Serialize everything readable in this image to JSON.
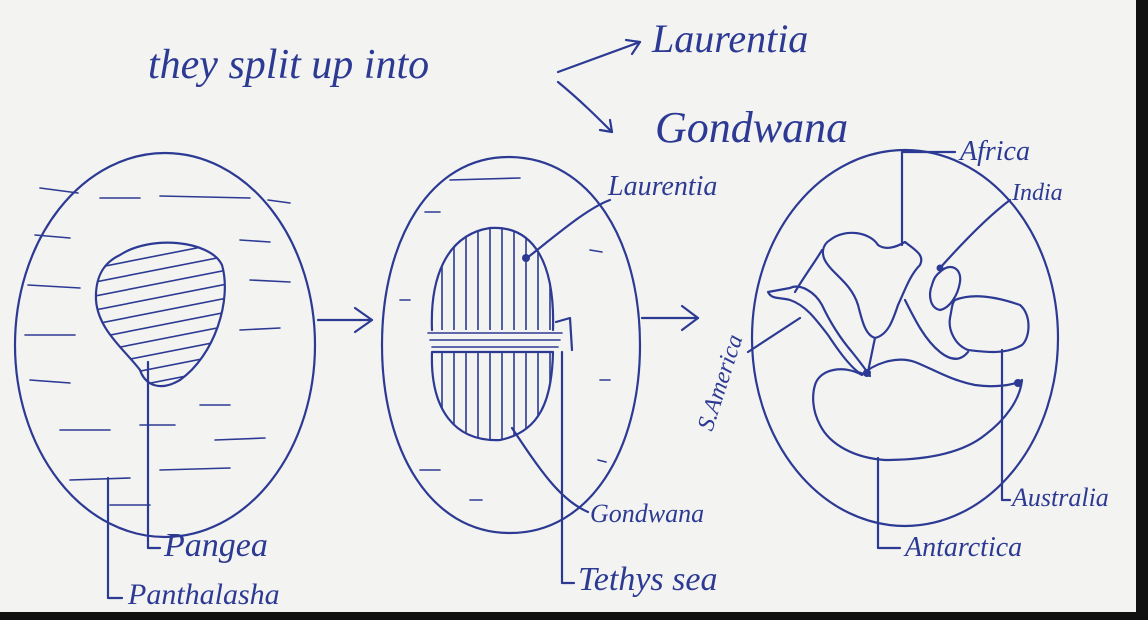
{
  "heading": {
    "line": "they split up into",
    "branch_top": "Laurentia",
    "branch_bottom": "Gondwana"
  },
  "stage1": {
    "inner_label": "Pangea",
    "outer_label": "Panthalasha"
  },
  "stage2": {
    "top_label": "Laurentia",
    "bottom_label": "Gondwana",
    "sea_label": "Tethys sea"
  },
  "stage3": {
    "africa": "Africa",
    "india": "India",
    "south_america": "S.America",
    "antarctica": "Antarctica",
    "australia": "Australia"
  },
  "colors": {
    "ink": "#2c3a94",
    "paper": "#f3f3f1",
    "edge": "#111111"
  }
}
